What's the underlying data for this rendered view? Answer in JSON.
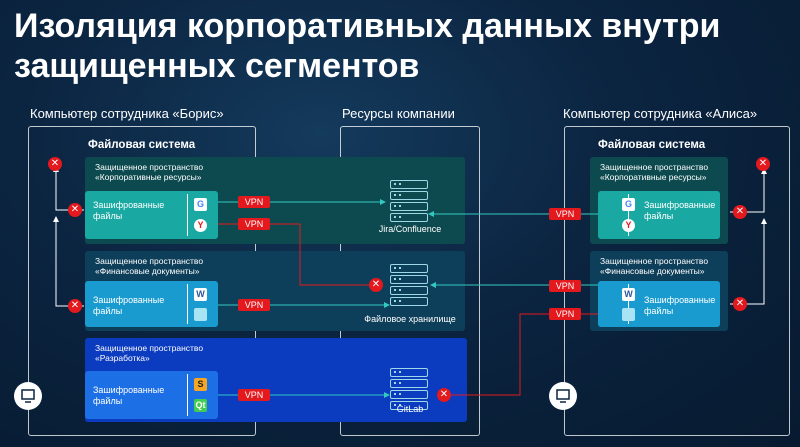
{
  "title": "Изоляция корпоративных данных внутри защищенных сегментов",
  "columns": {
    "boris": "Компьютер сотрудника «Борис»",
    "resources": "Ресурсы компании",
    "alisa": "Компьютер сотрудника «Алиса»"
  },
  "file_system": "Файловая система",
  "zones": {
    "corp": "Защищенное пространство «Корпоративные ресурсы»",
    "finance": "Защищенное пространство «Финансовые документы»",
    "dev": "Защищенное пространство «Разработка»"
  },
  "encrypted_files": "Зашифрованные файлы",
  "vpn": "VPN",
  "servers": {
    "jira": "Jira/Confluence",
    "storage": "Файловое хранилище",
    "gitlab": "GitLab"
  },
  "icons": [
    "google-icon",
    "yandex-icon",
    "word-icon",
    "folder-icon",
    "sublime-icon",
    "qt-icon",
    "computer-icon",
    "server-icon",
    "blocked-icon"
  ],
  "colors": {
    "accent_red": "#e3191e",
    "green_zone": "#19a8a2",
    "cyan_zone": "#1a9bd0",
    "blue_zone": "#1d6fe6",
    "connection_line": "#33c9c0"
  }
}
